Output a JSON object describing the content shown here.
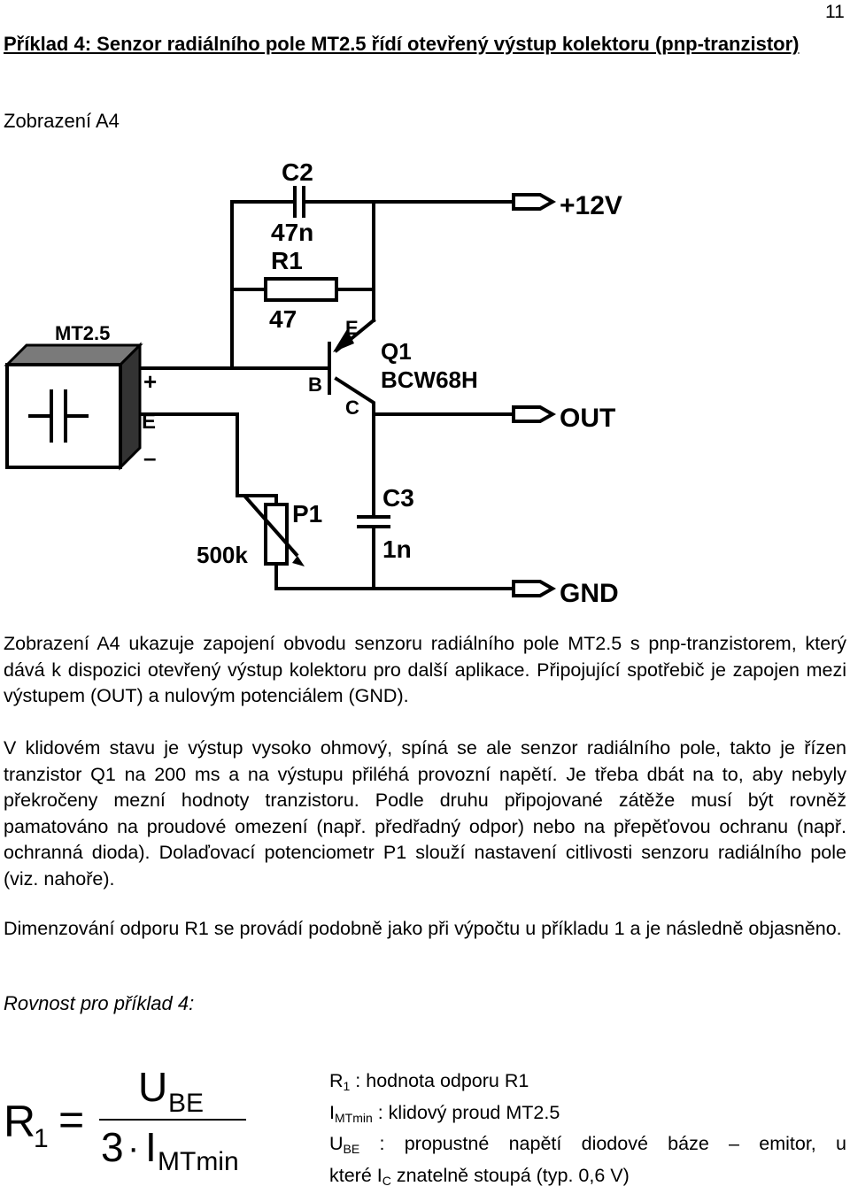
{
  "page": {
    "number": "11"
  },
  "heading": "Příklad 4: Senzor radiálního pole MT2.5 řídí otevřený výstup kolektoru (pnp-tranzistor)",
  "figure_caption": "Zobrazení A4",
  "schematic": {
    "c2_name": "C2",
    "c2_value": "47n",
    "r1_name": "R1",
    "r1_value": "47",
    "sensor_name": "MT2.5",
    "sensor_plus": "+",
    "sensor_e": "E",
    "sensor_minus": "–",
    "q1_name": "Q1",
    "q1_type": "BCW68H",
    "pin_e": "E",
    "pin_b": "B",
    "pin_c": "C",
    "p1_name": "P1",
    "p1_value": "500k",
    "c3_name": "C3",
    "c3_value": "1n",
    "term_vcc": "+12V",
    "term_out": "OUT",
    "term_gnd": "GND"
  },
  "paragraphs": {
    "p1": "Zobrazení A4 ukazuje zapojení obvodu senzoru radiálního pole MT2.5 s pnp-tranzistorem, který dává k dispozici otevřený výstup kolektoru pro další aplikace. Připojující spotřebič je zapojen mezi výstupem (OUT) a nulovým potenciálem (GND).",
    "p2": "V klidovém stavu je výstup vysoko ohmový, spíná se ale senzor radiálního pole, takto je řízen tranzistor Q1 na 200 ms a na výstupu přiléhá provozní napětí. Je třeba dbát na to, aby nebyly překročeny mezní hodnoty tranzistoru. Podle druhu připojované zátěže musí být rovněž pamatováno na proudové omezení (např. předřadný odpor) nebo na přepěťovou ochranu (např. ochranná dioda). Dolaďovací potenciometr P1 slouží nastavení citlivosti senzoru radiálního pole (viz. nahoře).",
    "p3": "Dimenzování odporu R1 se provádí podobně jako při výpočtu u příkladu 1 a je následně objasněno."
  },
  "equation_caption": "Rovnost pro příklad 4:",
  "formula": {
    "lhs_main": "R",
    "lhs_sub": "1",
    "equals": "=",
    "num_main": "U",
    "num_sub": "BE",
    "den_coef": "3",
    "den_dot": "·",
    "den_main": "I",
    "den_sub": "MTmin"
  },
  "legend": {
    "r1_sym": "R",
    "r1_sub": "1",
    "r1_text": " : hodnota odporu R1",
    "i_sym": "I",
    "i_sub": "MTmin",
    "i_text": " : klidový proud MT2.5",
    "u_sym": "U",
    "u_sub": "BE",
    "u_text": " : propustné napětí diodové báze – emitor, u",
    "u2_pre": "které I",
    "u2_sub": "C",
    "u2_post": " znatelně stoupá (typ. 0,6 V)"
  }
}
